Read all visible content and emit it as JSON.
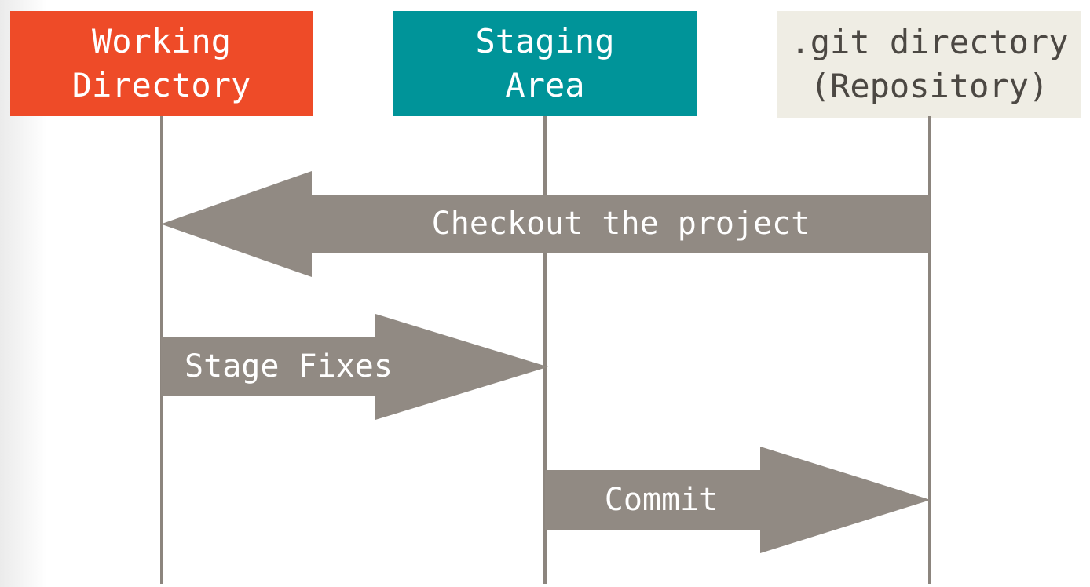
{
  "diagram": {
    "description": "Git areas sequence diagram",
    "columns": [
      {
        "id": "working-directory",
        "lines": [
          "Working",
          "Directory"
        ],
        "fill": "#ee4b28",
        "text_color": "#ffffff"
      },
      {
        "id": "staging-area",
        "lines": [
          "Staging",
          "Area"
        ],
        "fill": "#009499",
        "text_color": "#ffffff"
      },
      {
        "id": "git-directory",
        "lines": [
          ".git directory",
          "(Repository)"
        ],
        "fill": "#efede4",
        "text_color": "#4c4843"
      }
    ],
    "arrows": [
      {
        "label": "Checkout the project",
        "from": "git-directory",
        "to": "working-directory",
        "direction": "left"
      },
      {
        "label": "Stage Fixes",
        "from": "working-directory",
        "to": "staging-area",
        "direction": "right"
      },
      {
        "label": "Commit",
        "from": "staging-area",
        "to": "git-directory",
        "direction": "right"
      }
    ],
    "colors": {
      "arrow": "#918a83",
      "arrow_label": "#ffffff",
      "lifeline": "#8c857e",
      "background": "#ffffff"
    }
  }
}
